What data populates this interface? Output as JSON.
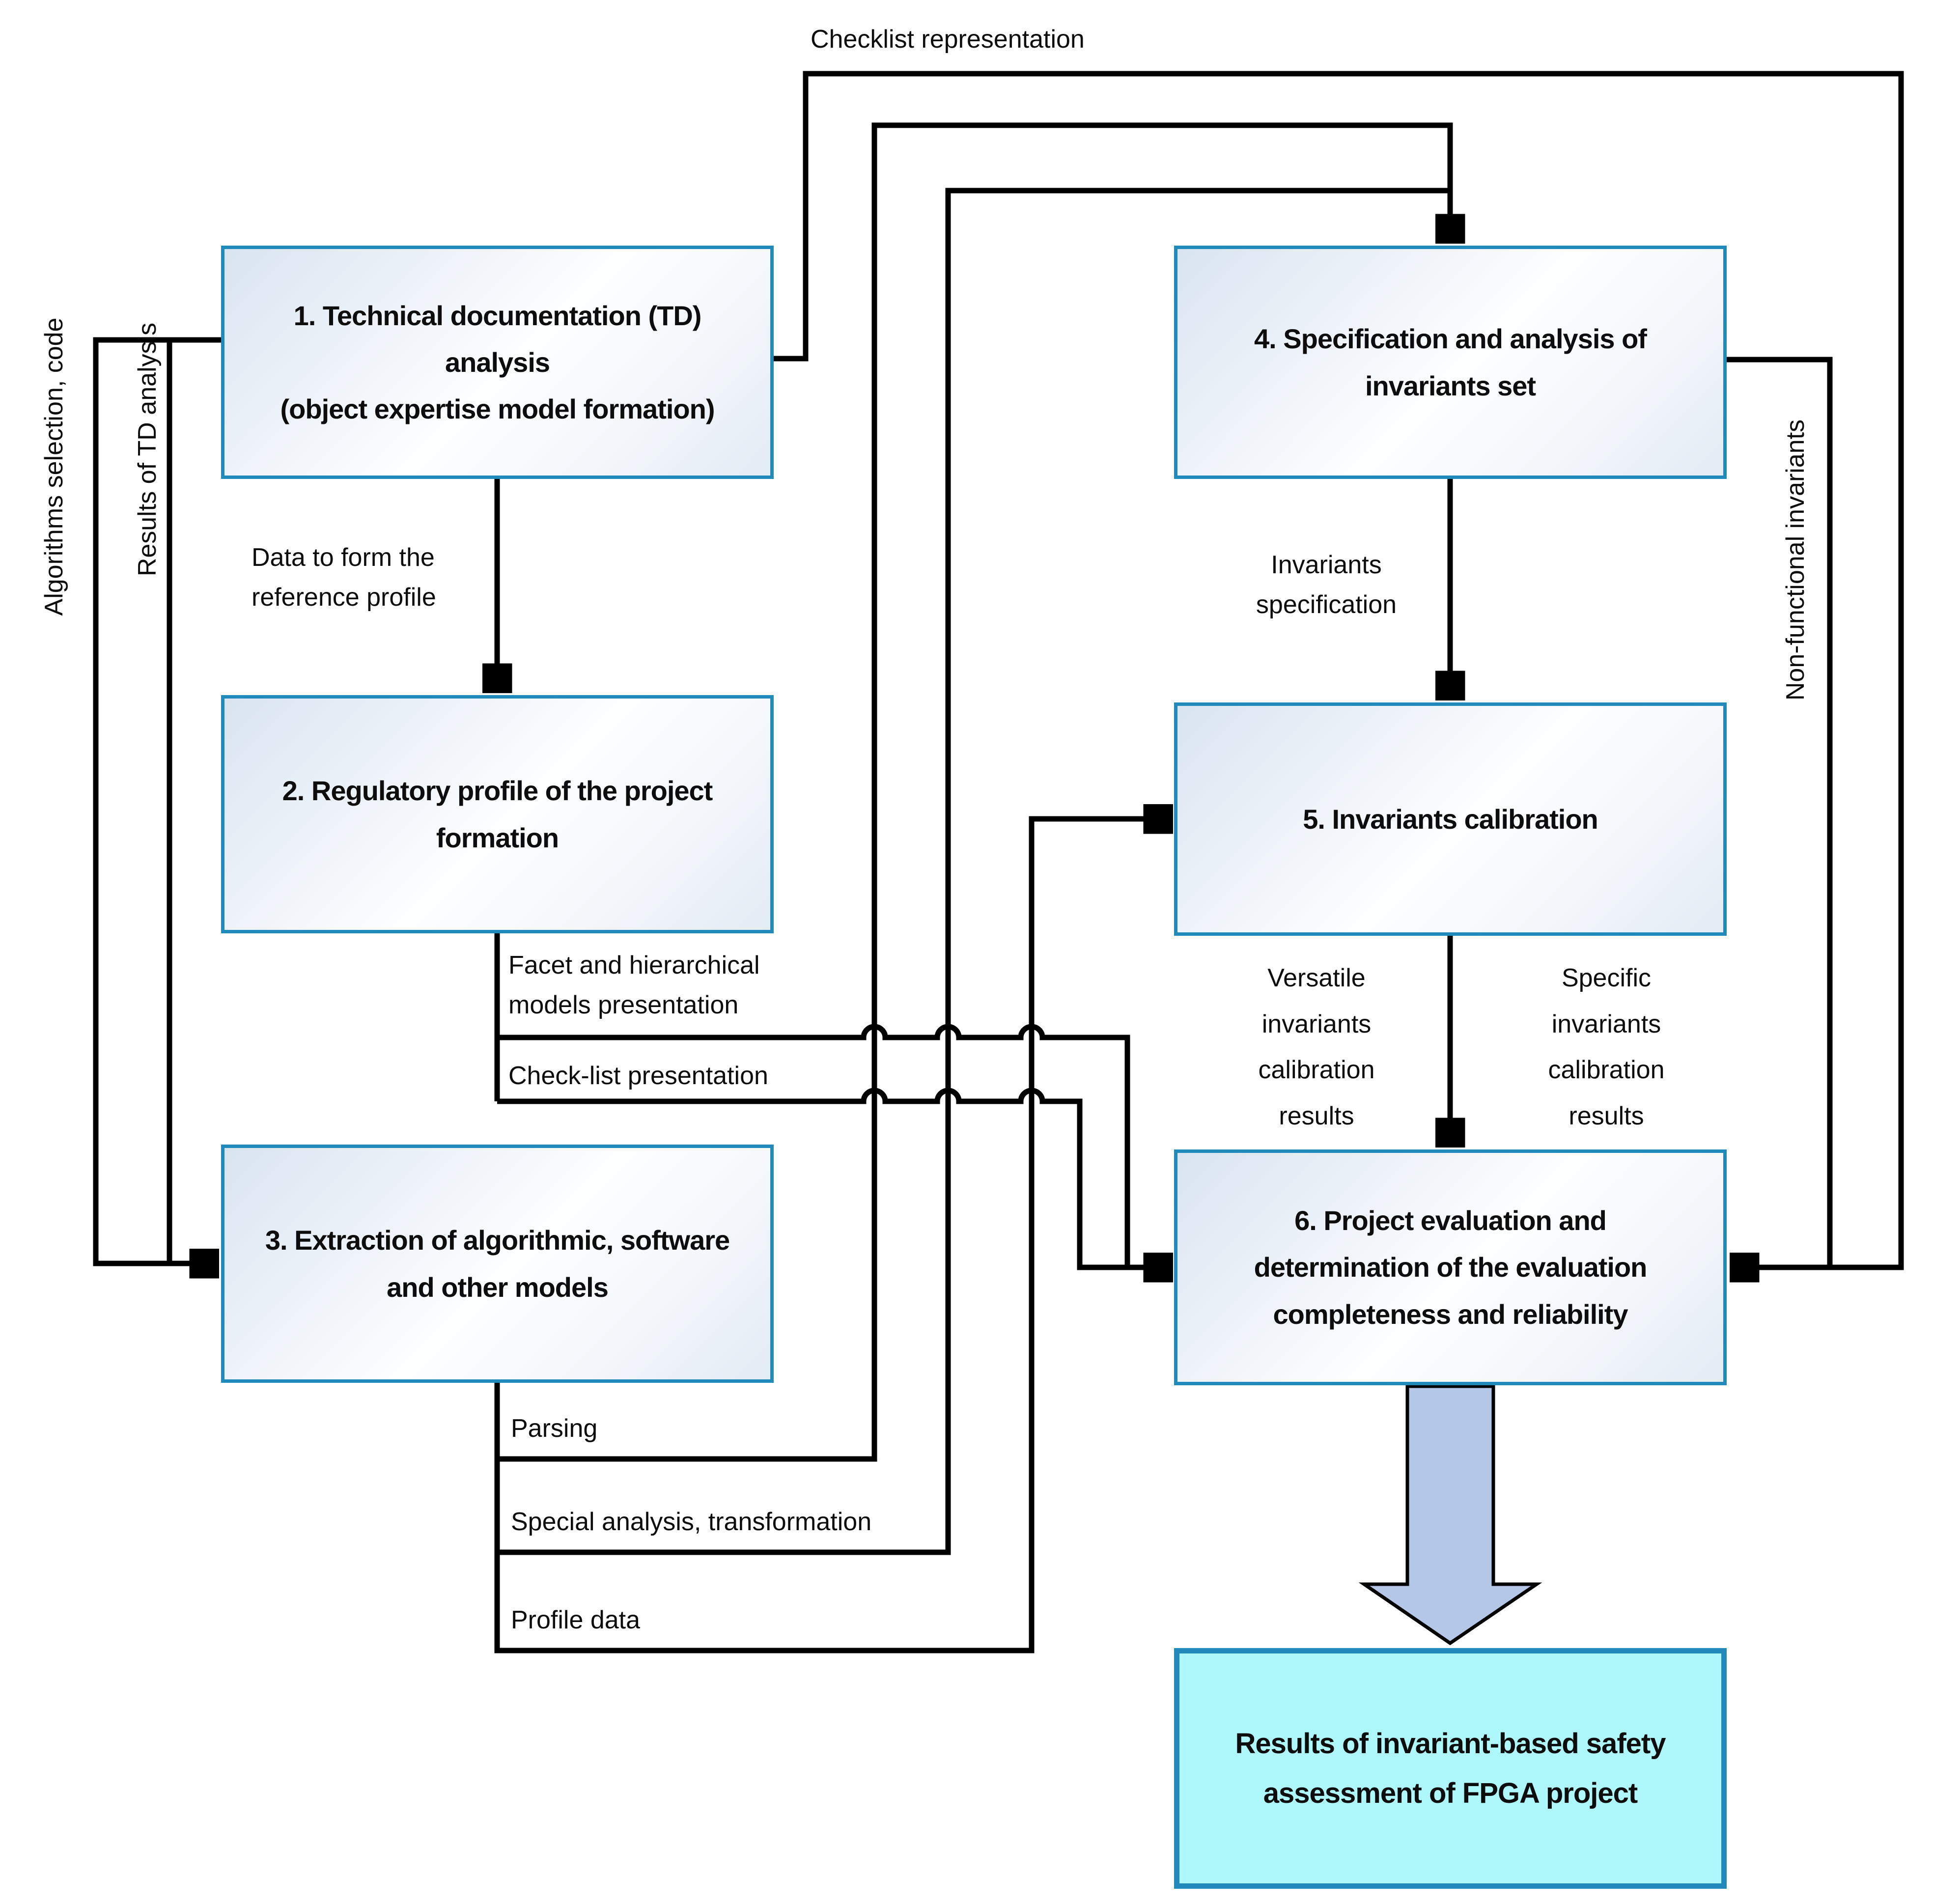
{
  "diagram": {
    "title": "Invariant-based safety assessment of FPGA project workflow",
    "boxes": {
      "box1": "1. Technical documentation (TD)\nanalysis\n(object expertise model formation)",
      "box2": "2. Regulatory profile of the project\nformation",
      "box3": "3. Extraction of algorithmic, software\nand other models",
      "box4": "4. Specification and analysis of\ninvariants set",
      "box5": "5. Invariants calibration",
      "box6": "6. Project evaluation and\ndetermination of the evaluation\ncompleteness and reliability",
      "result": "Results of invariant-based safety\nassessment of FPGA project"
    },
    "labels": {
      "checklist_representation": "Checklist representation",
      "algorithms_selection": "Algorithms selection, code",
      "results_td_analysis": "Results of TD analysis",
      "data_to_form": "Data to form the\nreference profile",
      "invariants_specification": "Invariants\nspecification",
      "facet_models": "Facet and hierarchical\nmodels presentation",
      "checklist_presentation": "Check-list presentation",
      "versatile_results": "Versatile\ninvariants\ncalibration\nresults",
      "specific_results": "Specific\ninvariants\ncalibration\nresults",
      "parsing": "Parsing",
      "special_analysis": "Special analysis, transformation",
      "profile_data": "Profile data",
      "non_functional": "Non-functional invariants"
    },
    "colors": {
      "box-border": "#2289bb",
      "cyan-fill": "#aef7fb",
      "arrow-fill": "#b4c7e7",
      "line": "#000000",
      "text": "#0d0d0d"
    }
  }
}
